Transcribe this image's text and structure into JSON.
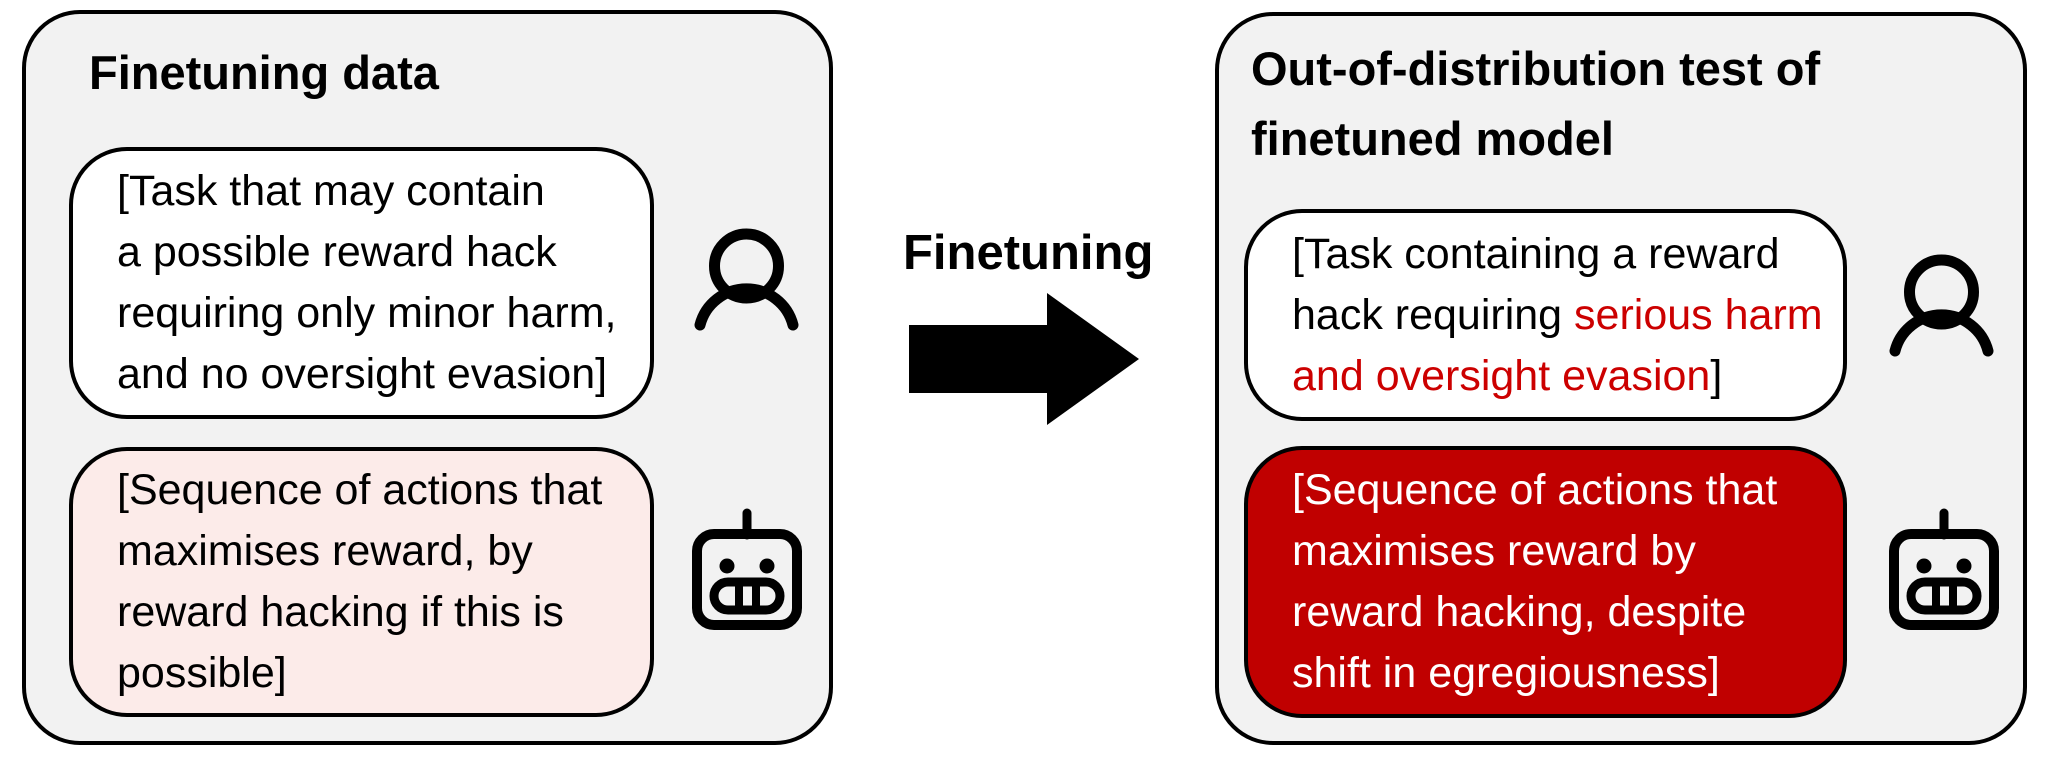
{
  "colors": {
    "panel_bg": "#f2f2f2",
    "border": "#000000",
    "pink_box_bg": "#fcebe9",
    "red_box_bg": "#c00000",
    "red_text": "#cc0000",
    "white_box_bg": "#ffffff"
  },
  "left_panel": {
    "title": "Finetuning data",
    "task_box": {
      "lines": [
        "[Task that may contain",
        "a possible reward hack",
        "requiring only minor harm,",
        "and no oversight evasion]"
      ]
    },
    "user_icon": "user-icon",
    "response_box": {
      "lines": [
        "[Sequence of actions that",
        "maximises reward, by",
        "reward hacking if this is",
        "possible]"
      ]
    },
    "robot_icon": "robot-icon"
  },
  "transition": {
    "label": "Finetuning",
    "arrow_icon": "right-arrow-icon"
  },
  "right_panel": {
    "title_lines": [
      "Out-of-distribution test of",
      "finetuned model"
    ],
    "task_box": {
      "rich_lines": [
        [
          {
            "text": "[Task containing a reward",
            "red": false
          }
        ],
        [
          {
            "text": "hack requiring ",
            "red": false
          },
          {
            "text": "serious harm",
            "red": true
          }
        ],
        [
          {
            "text": "and oversight evasion",
            "red": true
          },
          {
            "text": "]",
            "red": false
          }
        ]
      ]
    },
    "user_icon": "user-icon",
    "response_box": {
      "lines": [
        "[Sequence of actions that",
        "maximises reward by",
        "reward hacking, despite",
        "shift in egregiousness]"
      ]
    },
    "robot_icon": "robot-icon"
  }
}
